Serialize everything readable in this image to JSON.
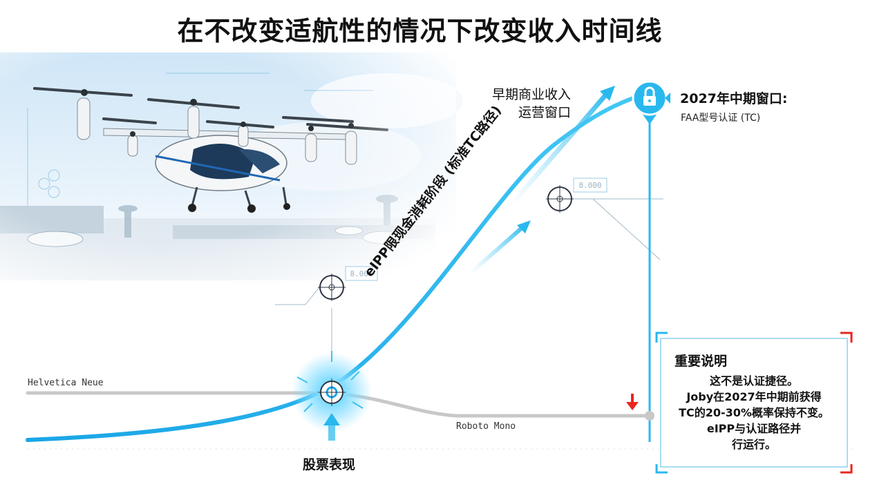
{
  "title": "在不改变适航性的情况下改变收入时间线",
  "labels": {
    "phase1": [
      "早期商业收入",
      "运营窗口"
    ],
    "phase2_title": "2027年中期窗口:",
    "phase2_sub": "FAA型号认证 (TC)",
    "curve": "eIPP限现金消耗阶段 (标准TC路径)",
    "stock": "股票表现",
    "font_a": "Helvetica Neue",
    "font_b": "Roboto Mono"
  },
  "note": {
    "title": "重要说明",
    "lines": [
      "这不是认证捷径。",
      "Joby在2027年中期前获得",
      "TC的20-30%概率保持不变。",
      "eIPP与认证路径并",
      "行运行。"
    ]
  },
  "hud_readout": "8.000",
  "icons": [
    "evtol-aircraft-image",
    "lock-icon",
    "crosshair-target-icon",
    "up-arrow-icon",
    "down-arrow-icon"
  ],
  "colors": {
    "accent": "#29b8ee",
    "accent_dark": "#1596d6",
    "grey_line": "#c8c8c8",
    "alert_red": "#e8261f"
  }
}
